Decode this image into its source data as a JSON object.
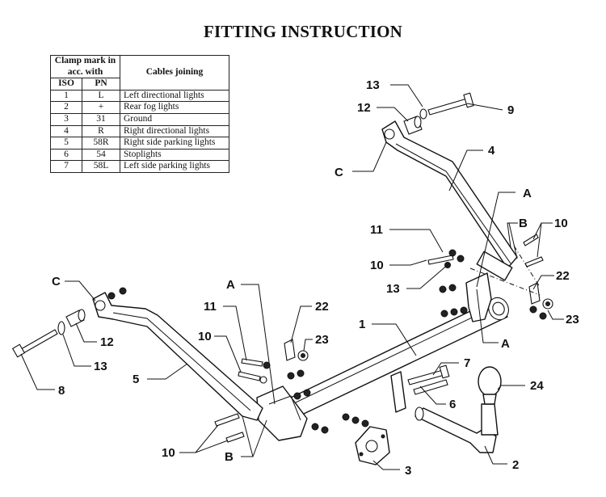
{
  "title": "FITTING INSTRUCTION",
  "table": {
    "header_clamp": "Clamp mark in acc. with",
    "header_iso": "ISO",
    "header_pn": "PN",
    "header_cables": "Cables joining",
    "rows": [
      {
        "iso": "1",
        "pn": "L",
        "cable": "Left directional lights"
      },
      {
        "iso": "2",
        "pn": "+",
        "cable": "Rear fog lights"
      },
      {
        "iso": "3",
        "pn": "31",
        "cable": "Ground"
      },
      {
        "iso": "4",
        "pn": "R",
        "cable": "Right directional lights"
      },
      {
        "iso": "5",
        "pn": "58R",
        "cable": "Right side parking lights"
      },
      {
        "iso": "6",
        "pn": "54",
        "cable": "Stoplights"
      },
      {
        "iso": "7",
        "pn": "58L",
        "cable": "Left side parking lights"
      }
    ]
  },
  "labels": {
    "p13_top": "13",
    "p12_top": "12",
    "p9": "9",
    "p4": "4",
    "c_top": "C",
    "a_right": "A",
    "b_right": "B",
    "p10_right": "10",
    "p11_right": "11",
    "p10_mid": "10",
    "p13_mid": "13",
    "p22_right": "22",
    "p23_right": "23",
    "a_bottom_right": "A",
    "c_left": "C",
    "p12_left": "12",
    "p13_left": "13",
    "p8": "8",
    "p5": "5",
    "a_left": "A",
    "p11_left": "11",
    "p22_left": "22",
    "p23_left": "23",
    "p10_left": "10",
    "p1": "1",
    "p7": "7",
    "p6": "6",
    "p24": "24",
    "p2": "2",
    "p3": "3",
    "p10_bottom": "10",
    "b_bottom": "B"
  }
}
